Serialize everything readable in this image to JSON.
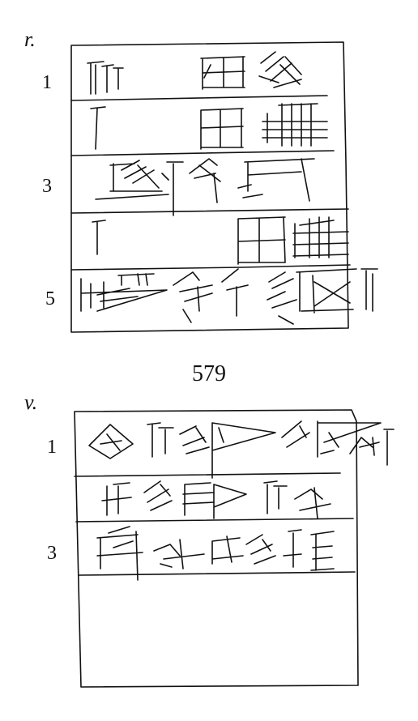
{
  "page": {
    "catalog_number": "579"
  },
  "obverse": {
    "side_label": "r.",
    "line_numbers": [
      "1",
      "3",
      "5"
    ]
  },
  "reverse": {
    "side_label": "v.",
    "line_numbers": [
      "1",
      "3"
    ]
  },
  "colors": {
    "ink": "#111111",
    "paper": "#ffffff"
  }
}
